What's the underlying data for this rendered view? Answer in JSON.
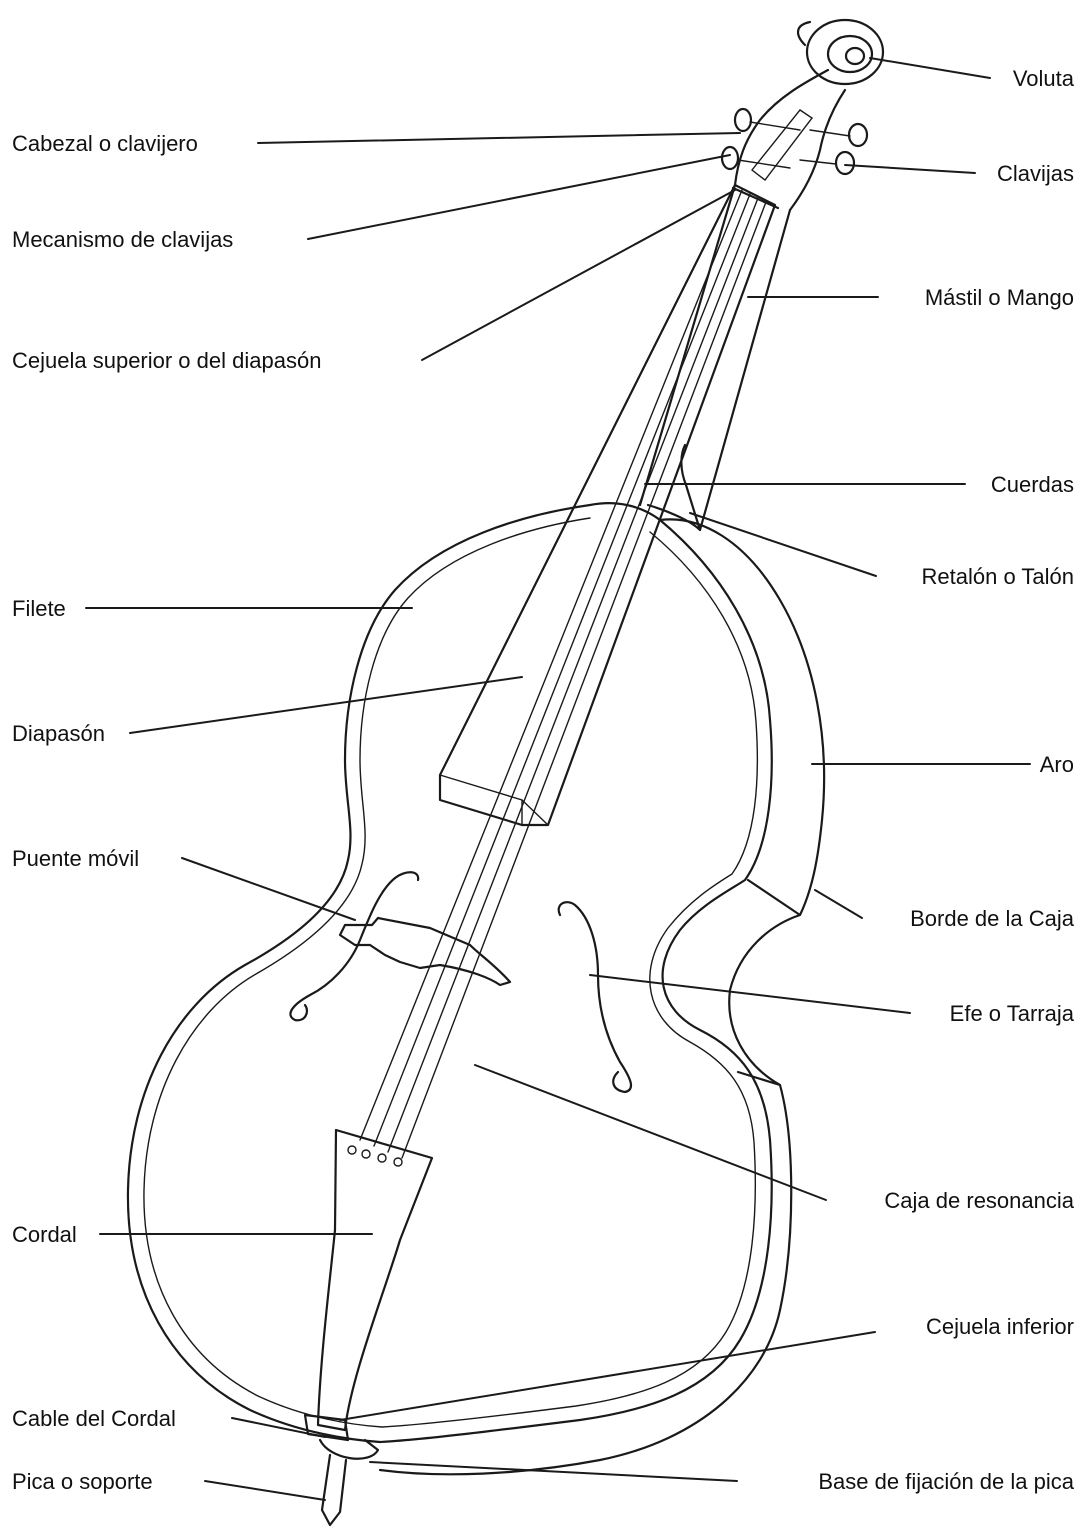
{
  "labels": {
    "voluta": "Voluta",
    "cabezal": "Cabezal o clavijero",
    "clavijas": "Clavijas",
    "mecanismo": "Mecanismo de clavijas",
    "mastil": "Mástil o Mango",
    "cejuela_superior": "Cejuela superior o del diapasón",
    "cuerdas": "Cuerdas",
    "retalon": "Retalón o Talón",
    "filete": "Filete",
    "diapason": "Diapasón",
    "aro": "Aro",
    "puente": "Puente móvil",
    "borde": "Borde de la Caja",
    "efe": "Efe o Tarraja",
    "caja": "Caja de resonancia",
    "cordal": "Cordal",
    "cejuela_inferior": "Cejuela inferior",
    "cable": "Cable del Cordal",
    "pica": "Pica o soporte",
    "base_pica": "Base de fijación de la pica"
  }
}
